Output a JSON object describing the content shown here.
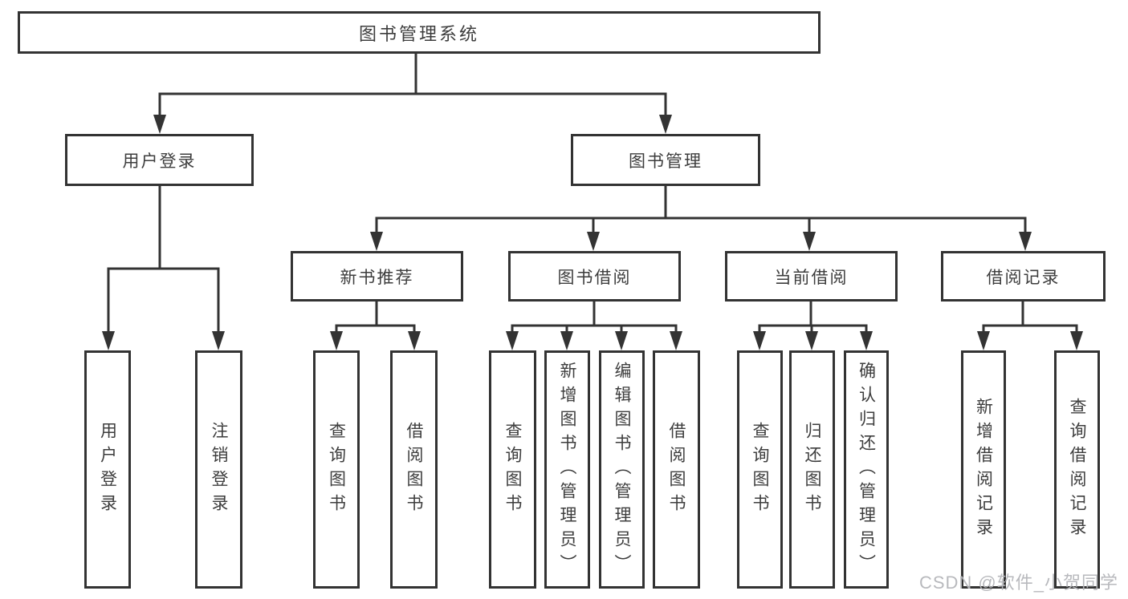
{
  "tree": {
    "root": "图书管理系统",
    "branches": [
      {
        "label": "用户登录",
        "leaves": [
          "用户登录",
          "注销登录"
        ]
      },
      {
        "label": "图书管理",
        "children": [
          {
            "label": "新书推荐",
            "leaves": [
              "查询图书",
              "借阅图书"
            ]
          },
          {
            "label": "图书借阅",
            "leaves": [
              "查询图书",
              "新增图书（管理员）",
              "编辑图书（管理员）",
              "借阅图书"
            ]
          },
          {
            "label": "当前借阅",
            "leaves": [
              "查询图书",
              "归还图书",
              "确认归还（管理员）"
            ]
          },
          {
            "label": "借阅记录",
            "leaves": [
              "新增借阅记录",
              "查询借阅记录"
            ]
          }
        ]
      }
    ]
  },
  "watermark": "CSDN @软件_小贺同学",
  "colors": {
    "line": "#333333",
    "text": "#3d3d3d",
    "watermark": "#b5b6ba"
  }
}
